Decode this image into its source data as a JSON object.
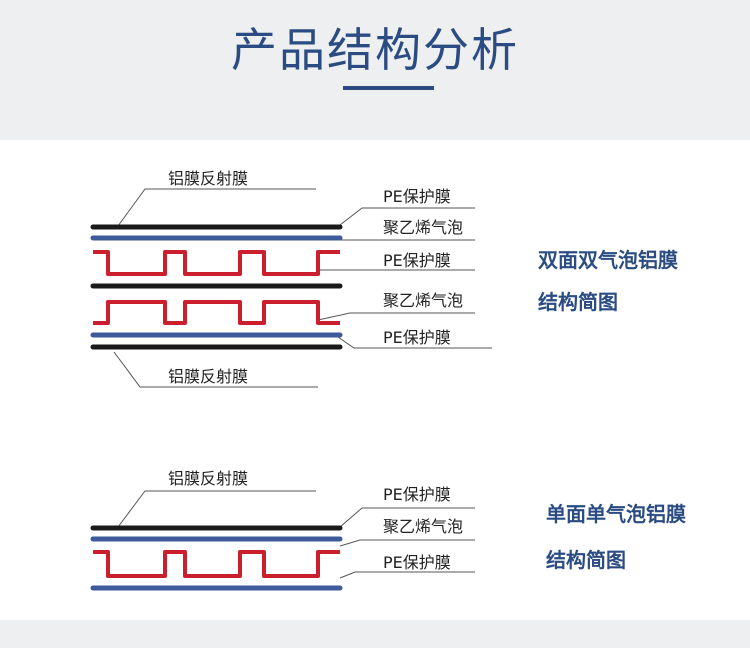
{
  "header": {
    "title": "产品结构分析"
  },
  "colors": {
    "accent": "#2b4c82",
    "aluminum_layer": "#1a1a1a",
    "pe_layer": "#3d5a9a",
    "bubble_layer": "#cc1f2d",
    "header_bg": "#eeeff1"
  },
  "diagram_double": {
    "labels": {
      "top_reflective": "铝膜反射膜",
      "pe_1": "PE保护膜",
      "bubble_1": "聚乙烯气泡",
      "pe_2": "PE保护膜",
      "bubble_2": "聚乙烯气泡",
      "pe_3": "PE保护膜",
      "bottom_reflective": "铝膜反射膜"
    },
    "caption_line1": "双面双气泡铝膜",
    "caption_line2": "结构简图"
  },
  "diagram_single": {
    "labels": {
      "top_reflective": "铝膜反射膜",
      "pe_1": "PE保护膜",
      "bubble_1": "聚乙烯气泡",
      "pe_2": "PE保护膜"
    },
    "caption_line1": "单面单气泡铝膜",
    "caption_line2": "结构简图"
  }
}
